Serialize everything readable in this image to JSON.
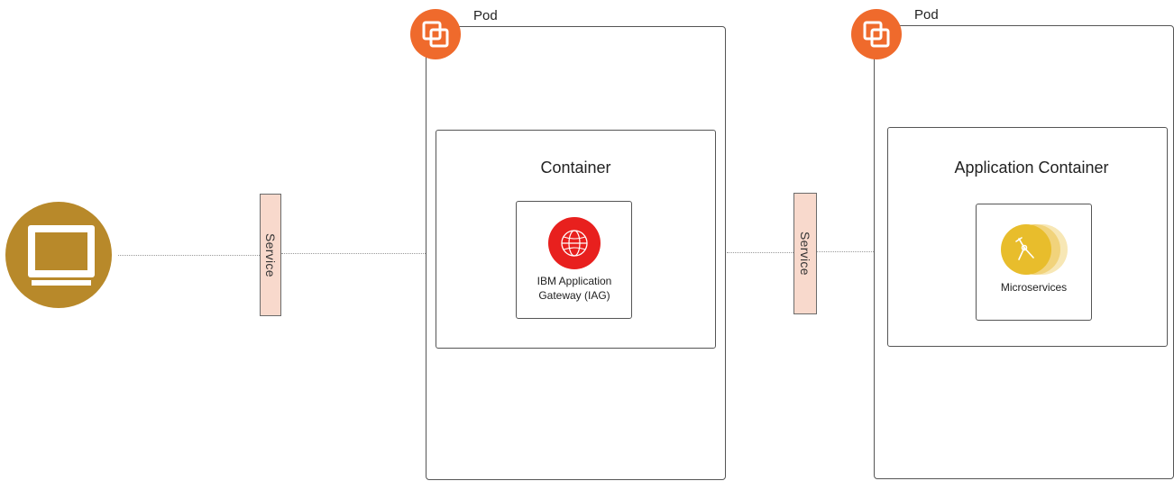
{
  "client": {
    "icon": "monitor-icon",
    "color": "#b8892a"
  },
  "services": [
    {
      "label": "Service"
    },
    {
      "label": "Service"
    }
  ],
  "pods": [
    {
      "label": "Pod",
      "icon": "pod-icon",
      "container": {
        "title": "Container",
        "component": {
          "label": "IBM Application Gateway (IAG)",
          "icon": "gateway-globe-icon",
          "color": "#e8201e"
        }
      }
    },
    {
      "label": "Pod",
      "icon": "pod-icon",
      "container": {
        "title": "Application Container",
        "component": {
          "label": "Microservices",
          "icon": "microservices-icon",
          "color": "#e8bd2c"
        }
      }
    }
  ],
  "colors": {
    "pod_icon": "#ef6a2c",
    "service_fill": "#f8d9cc"
  }
}
